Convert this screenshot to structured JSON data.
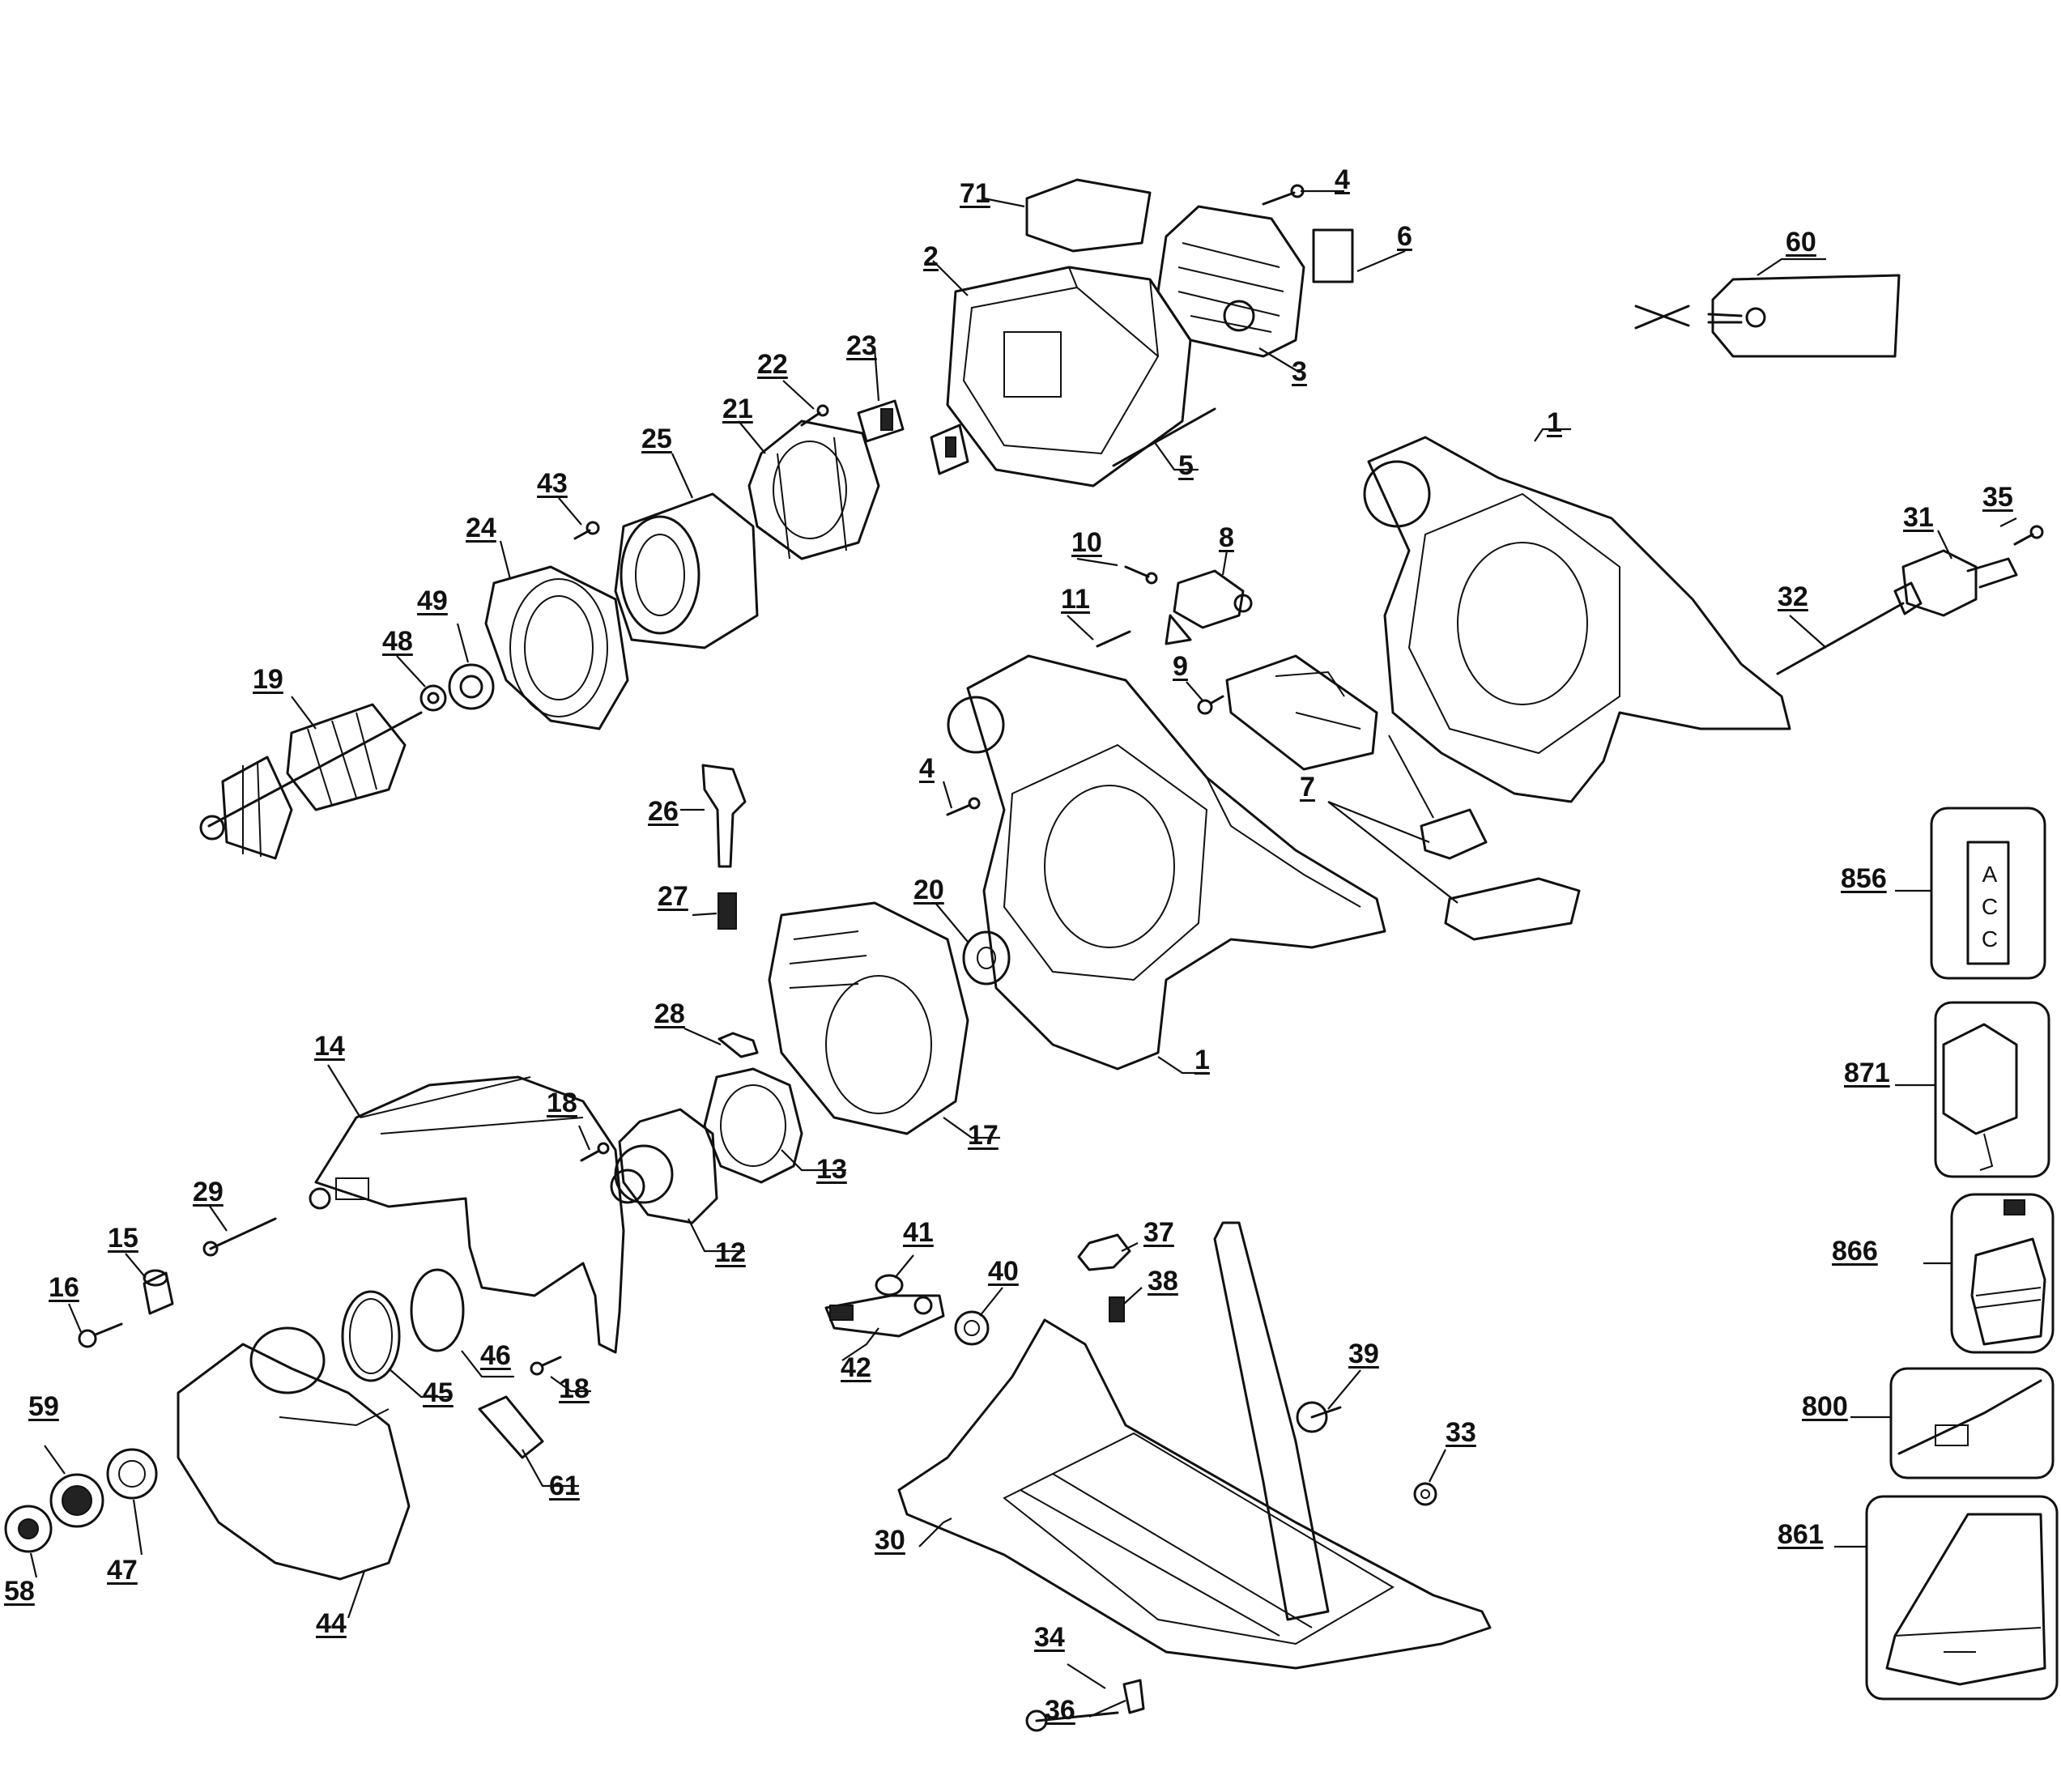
{
  "labels": {
    "l71": "71",
    "l4a": "4",
    "l6": "6",
    "l60": "60",
    "l2": "2",
    "l3": "3",
    "l22": "22",
    "l23": "23",
    "l21": "21",
    "l5": "5",
    "l25": "25",
    "l1a": "1",
    "l43": "43",
    "l24": "24",
    "l35": "35",
    "l31": "31",
    "l10": "10",
    "l8": "8",
    "l49": "49",
    "l32": "32",
    "l11": "11",
    "l48": "48",
    "l19": "19",
    "l9": "9",
    "l4b": "4",
    "l7": "7",
    "l26": "26",
    "l856": "856",
    "l27": "27",
    "l20": "20",
    "l28": "28",
    "l14": "14",
    "l1b": "1",
    "l871": "871",
    "l18a": "18",
    "l17": "17",
    "l13": "13",
    "l29": "29",
    "l12": "12",
    "l15": "15",
    "l41": "41",
    "l37": "37",
    "l866": "866",
    "l40": "40",
    "l38": "38",
    "l16": "16",
    "l46": "46",
    "l39": "39",
    "l42": "42",
    "l18b": "18",
    "l59": "59",
    "l45": "45",
    "l800": "800",
    "l33": "33",
    "l61": "61",
    "l30": "30",
    "l861": "861",
    "l47": "47",
    "l58": "58",
    "l44": "44",
    "l34": "34",
    "l36": "36"
  },
  "decal_text": "ACC"
}
